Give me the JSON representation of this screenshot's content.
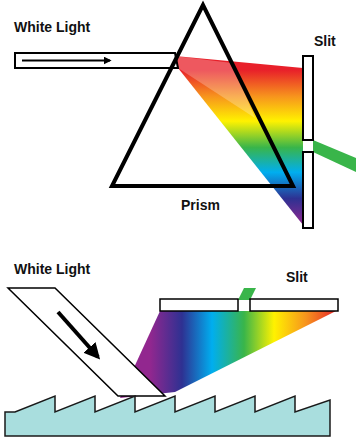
{
  "diagram": {
    "labels": [
      "White Light",
      "Slit",
      "Prism",
      "White Light",
      "Slit"
    ]
  }
}
